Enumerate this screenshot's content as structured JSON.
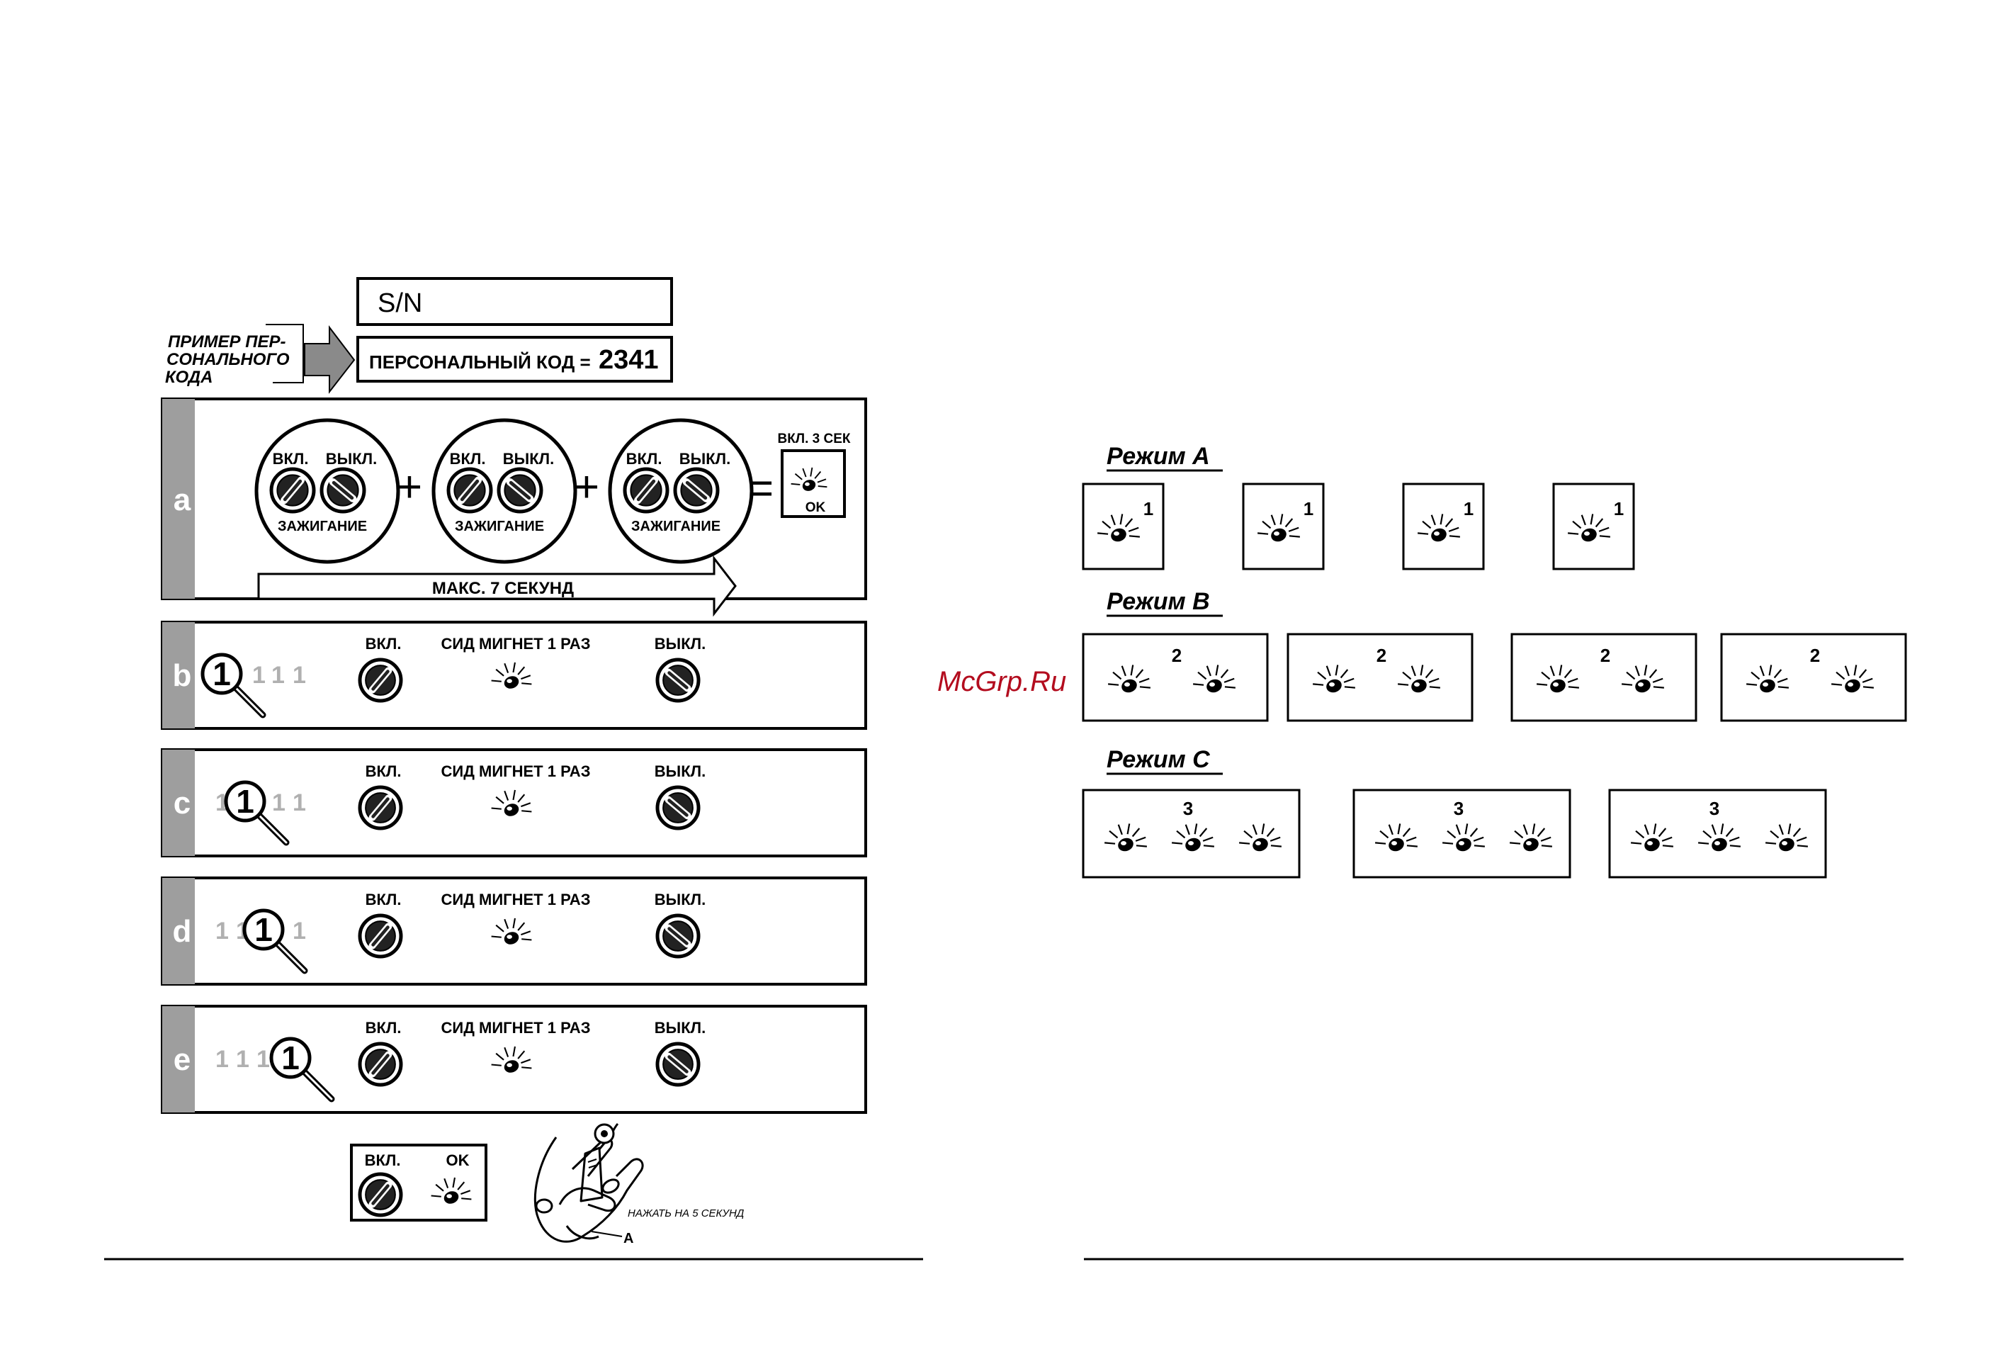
{
  "header": {
    "serial_label": "S/N",
    "example_caption": [
      "ПРИМЕР ПЕР-",
      "СОНАЛЬНОГО",
      "КОДА"
    ],
    "code_label": "ПЕРСОНАЛЬНЫЙ КОД =",
    "code_value": "2341"
  },
  "step_a": {
    "letter": "a",
    "on_label": "ВКЛ.",
    "off_label": "ВЫКЛ.",
    "ignition_label": "ЗАЖИГАНИЕ",
    "plus": "+",
    "equals": "=",
    "result_top": "ВКЛ. 3 СЕК",
    "result_ok": "OK",
    "timer_label": "МАКС. 7 СЕКУНД"
  },
  "steps": [
    {
      "letter": "b",
      "digits": [
        "1",
        "1",
        "1",
        "1"
      ],
      "focus": 0,
      "on_label": "ВКЛ.",
      "led_label": "СИД МИГНЕТ 1 РАЗ",
      "off_label": "ВЫКЛ."
    },
    {
      "letter": "c",
      "digits": [
        "1",
        "1",
        "1",
        "1"
      ],
      "focus": 1,
      "on_label": "ВКЛ.",
      "led_label": "СИД МИГНЕТ 1 РАЗ",
      "off_label": "ВЫКЛ."
    },
    {
      "letter": "d",
      "digits": [
        "1",
        "1",
        "1",
        "1"
      ],
      "focus": 2,
      "on_label": "ВКЛ.",
      "led_label": "СИД МИГНЕТ 1 РАЗ",
      "off_label": "ВЫКЛ."
    },
    {
      "letter": "e",
      "digits": [
        "1",
        "1",
        "1",
        "1"
      ],
      "focus": 3,
      "on_label": "ВКЛ.",
      "led_label": "СИД МИГНЕТ 1 РАЗ",
      "off_label": "ВЫКЛ."
    }
  ],
  "final": {
    "on_label": "ВКЛ.",
    "ok_label": "OK",
    "press_caption": "НАЖАТЬ НА 5 СЕКУНД",
    "point_label": "A"
  },
  "watermark": "McGrp.Ru",
  "modes": [
    {
      "title": "Режим A",
      "boxes": [
        {
          "number": "1",
          "leds": 1
        },
        {
          "number": "1",
          "leds": 1
        },
        {
          "number": "1",
          "leds": 1
        },
        {
          "number": "1",
          "leds": 1
        }
      ]
    },
    {
      "title": "Режим B",
      "boxes": [
        {
          "number": "2",
          "leds": 2
        },
        {
          "number": "2",
          "leds": 2
        },
        {
          "number": "2",
          "leds": 2
        },
        {
          "number": "2",
          "leds": 2
        }
      ]
    },
    {
      "title": "Режим C",
      "boxes": [
        {
          "number": "3",
          "leds": 3
        },
        {
          "number": "3",
          "leds": 3
        },
        {
          "number": "3",
          "leds": 3
        }
      ]
    }
  ],
  "colors": {
    "ink": "#000000",
    "gray_strip": "#9e9e9e",
    "arrow_gray": "#8a8a8a",
    "faded_digit": "#b0b0b0",
    "watermark": "#b30c1e"
  }
}
